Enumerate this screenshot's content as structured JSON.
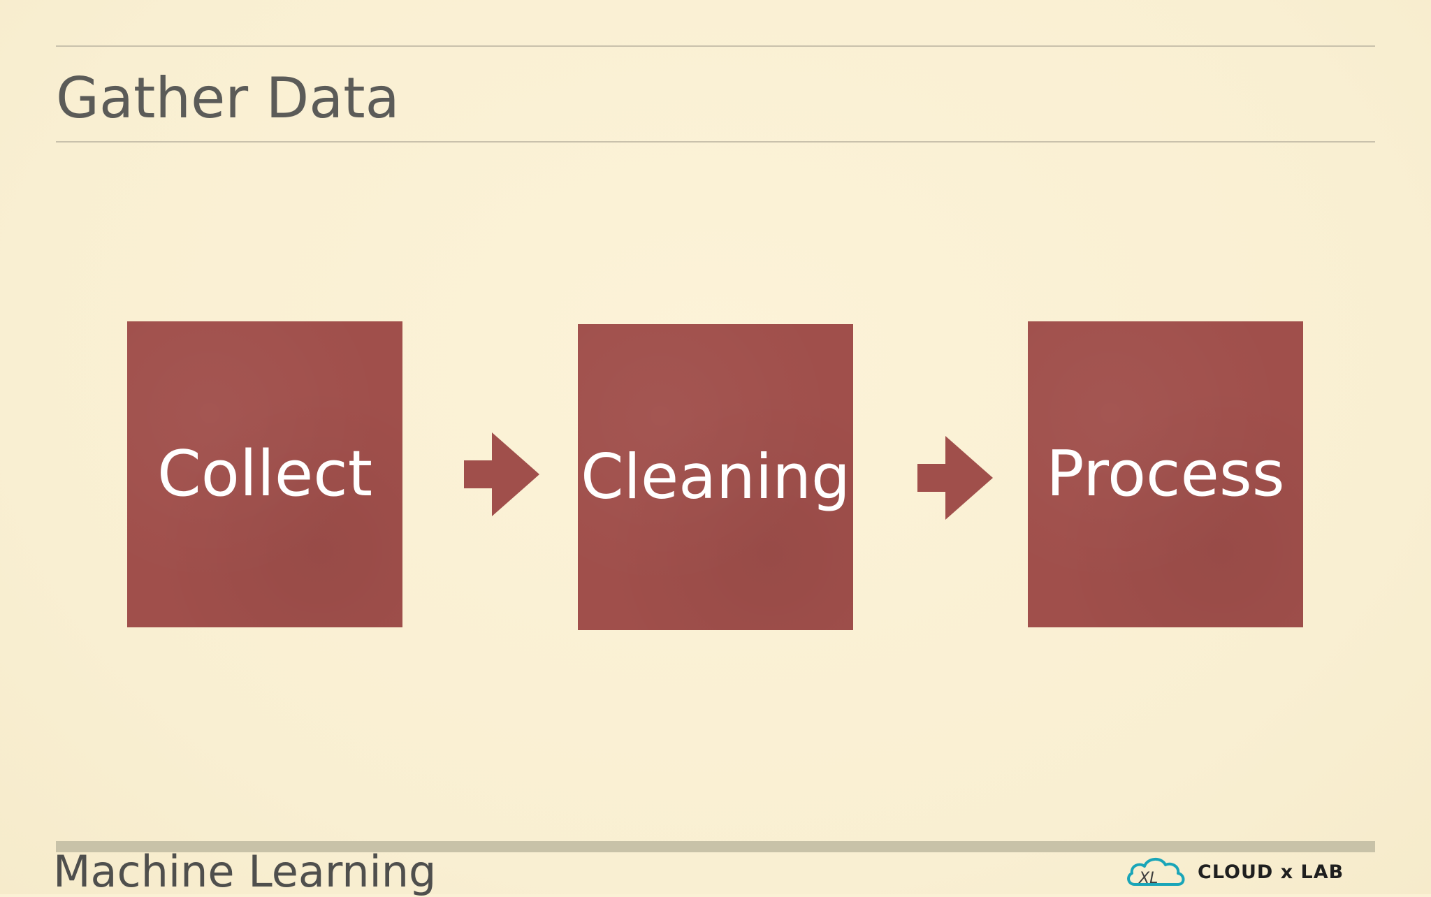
{
  "slide": {
    "title": "Gather Data",
    "footer_title": "Machine Learning"
  },
  "flow": {
    "steps": [
      {
        "label": "Collect"
      },
      {
        "label": "Cleaning"
      },
      {
        "label": "Process"
      }
    ],
    "box_color": "#a04f4b",
    "arrow_color": "#a04f4b"
  },
  "logo": {
    "text": "CLOUD x LAB",
    "icon": "cloud-xl-icon",
    "icon_colors": [
      "#1aa5b8",
      "#3c3c3c"
    ]
  }
}
